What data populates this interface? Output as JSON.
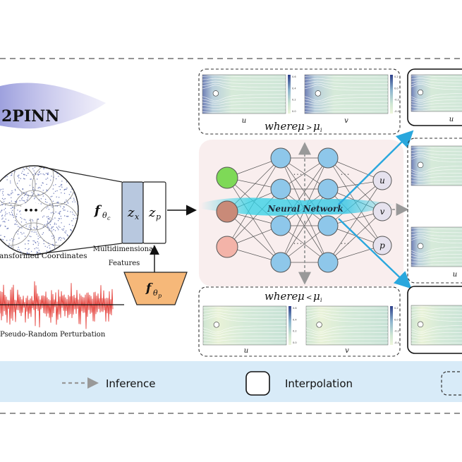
{
  "title": "2PINN",
  "encoder": {
    "coords_label": "ransformed Coordinates",
    "noise_label": "Pseudo-Random Perturbation",
    "ellipsis": "•••",
    "f_c_main": "f",
    "f_c_sub": "θ",
    "f_c_subsub": "c",
    "f_p_main": "f",
    "f_p_sub": "θ",
    "f_p_subsub": "p",
    "zx_main": "z",
    "zx_sub": "x",
    "zp_main": "z",
    "zp_sub": "p",
    "features_label_1": "Multidimensional",
    "features_label_2": "Features"
  },
  "network": {
    "label": "Neural Network",
    "outputs": [
      "u",
      "v",
      "p"
    ],
    "dots": "• • •"
  },
  "conditions": {
    "greater": {
      "where": "where",
      "mu": "μ",
      "op": ">",
      "mui": "μ",
      "sub": "i"
    },
    "less": {
      "where": "where",
      "mu": "μ",
      "op": "<",
      "mui": "μ",
      "sub": "i"
    }
  },
  "field_labels": {
    "top": [
      "u",
      "v"
    ],
    "bottom": [
      "u",
      "v"
    ],
    "right_top": "u",
    "right_mid": "u"
  },
  "colorbar_ticks": {
    "a": [
      "0.6",
      "0.4",
      "0.2",
      "0.0"
    ],
    "b": [
      "0.2",
      "0.0",
      "-0.2",
      "-0.4"
    ]
  },
  "legend": {
    "inference": "Inference",
    "interpolation": "Interpolation"
  },
  "colors": {
    "input_green": "#7ed957",
    "input_brown": "#c98a78",
    "input_pink": "#f3b3a8",
    "hidden_blue": "#8ec7ea",
    "output_gray": "#e6e2ee",
    "fc_box": "#b8c8df",
    "fp_box": "#f6b879",
    "noise": "#e5433d",
    "arrow_blue": "#29a7dd",
    "legend_band": "#d8ebf8"
  }
}
